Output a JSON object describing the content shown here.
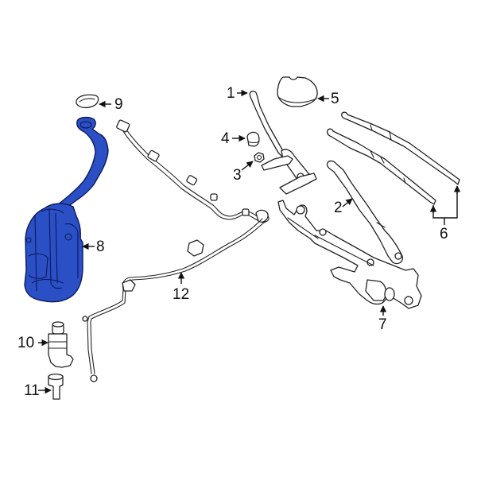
{
  "diagram": {
    "type": "exploded-parts-diagram",
    "highlight_color": "#2b4fc4",
    "outline_color": "#0d1a5c",
    "highlighted_part": "8",
    "callouts": [
      {
        "id": "1",
        "label": "1"
      },
      {
        "id": "2",
        "label": "2"
      },
      {
        "id": "3",
        "label": "3"
      },
      {
        "id": "4",
        "label": "4"
      },
      {
        "id": "5",
        "label": "5"
      },
      {
        "id": "6",
        "label": "6"
      },
      {
        "id": "7",
        "label": "7"
      },
      {
        "id": "8",
        "label": "8"
      },
      {
        "id": "9",
        "label": "9"
      },
      {
        "id": "10",
        "label": "10"
      },
      {
        "id": "11",
        "label": "11"
      },
      {
        "id": "12",
        "label": "12"
      }
    ]
  }
}
